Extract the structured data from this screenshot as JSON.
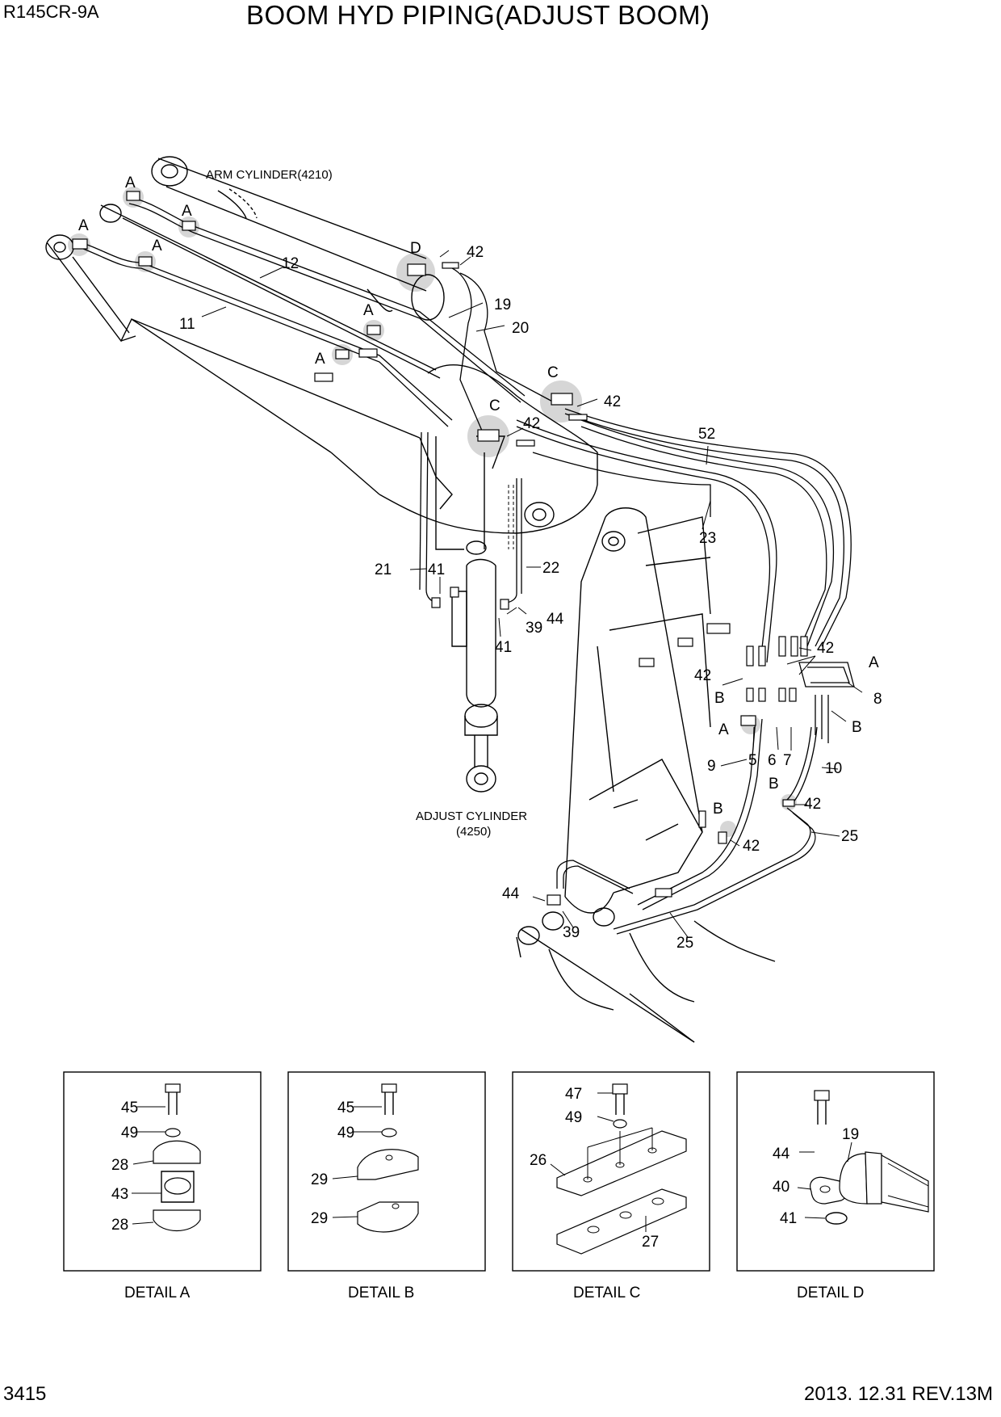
{
  "header": {
    "model": "R145CR-9A",
    "title": "BOOM HYD PIPING(ADJUST BOOM)"
  },
  "footer": {
    "page_number": "3415",
    "revision": "2013. 12.31  REV.13M"
  },
  "diagram": {
    "captions": {
      "arm_cylinder": "ARM CYLINDER(4210)",
      "adjust_cylinder_line1": "ADJUST CYLINDER",
      "adjust_cylinder_line2": "(4250)"
    },
    "detail_refs": {
      "a": "A",
      "b": "B",
      "c": "C",
      "d": "D"
    },
    "part_numbers": {
      "p5": "5",
      "p6": "6",
      "p7": "7",
      "p8": "8",
      "p9": "9",
      "p10": "10",
      "p11": "11",
      "p12": "12",
      "p19": "19",
      "p20": "20",
      "p21": "21",
      "p22": "22",
      "p23": "23",
      "p25": "25",
      "p39": "39",
      "p41": "41",
      "p42": "42",
      "p44": "44",
      "p52": "52"
    }
  },
  "details": {
    "a": {
      "caption": "DETAIL A",
      "labels": [
        "45",
        "49",
        "28",
        "43",
        "28"
      ]
    },
    "b": {
      "caption": "DETAIL B",
      "labels": [
        "45",
        "49",
        "29",
        "29"
      ]
    },
    "c": {
      "caption": "DETAIL C",
      "labels": [
        "47",
        "49",
        "26",
        "27"
      ]
    },
    "d": {
      "caption": "DETAIL D",
      "labels": [
        "44",
        "19",
        "40",
        "41"
      ]
    }
  }
}
